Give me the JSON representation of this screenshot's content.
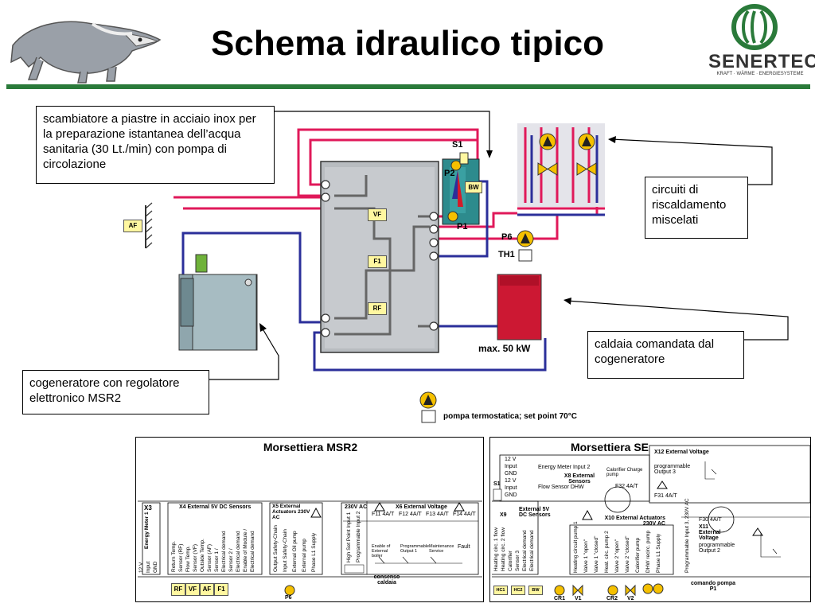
{
  "title": "Schema idraulico tipico",
  "logo_right": {
    "name": "SENERTEC",
    "tagline": "KRAFT · WÄRME · ENERGIESYSTEME"
  },
  "callouts": {
    "exchanger": "scambiatore a piastre in acciaio inox per la preparazione istantanea dell’acqua sanitaria (30 Lt./min) con pompa di circolazione",
    "heating": "circuiti di riscaldamento miscelati",
    "boiler": "caldaia comandata dal cogeneratore",
    "cogen": "cogeneratore con regolatore elettronico MSR2"
  },
  "labels": {
    "af": "AF",
    "vf": "VF",
    "f1": "F1",
    "rf": "RF",
    "bw": "BW",
    "s1": "S1",
    "p2": "P2",
    "p1": "P1",
    "p6": "P6",
    "th1": "TH1",
    "max_kw": "max. 50 kW",
    "thermo_pump": "pompa termostatica; set point 70°C"
  },
  "msr2": {
    "title": "Morsettiera MSR2",
    "x3": "X3",
    "energy_meter": "Energy Meter 1",
    "x3_pins": [
      "12 V",
      "Input",
      "GND"
    ],
    "x4": "X4 External 5V DC Sensors",
    "x4_pins": [
      "Return Temp.",
      "Sensor (RF)",
      "Flow Temp.",
      "Sensor (VF)",
      "Outside Temp.",
      "Sensor (AF)",
      "Sensor 1 /",
      "Electrical demand",
      "Sensor 2 /",
      "Electrical demand",
      "Enable of Module /",
      "Electrical demand"
    ],
    "x5": "X5 External Actuators 230V AC",
    "x5_pins": [
      "Output Safety-Chain",
      "Input Safety-Chain",
      "External Oil pump",
      "External pump",
      "Phase L1 Supply"
    ],
    "x6_head": "230V AC",
    "x6": "X6 External Voltage",
    "x6_pins": [
      "High Set Point Input 1",
      "Programmable Input 2"
    ],
    "fuses": [
      "F11 4A/T",
      "F12 4A/T",
      "F13 4A/T",
      "F14 4A/T"
    ],
    "x6_sub": [
      "Enable of External boiler",
      "Programmable Output 1",
      "Maintenance Service",
      "Fault"
    ],
    "bottom_boxes": [
      "RF",
      "VF",
      "AF",
      "F1"
    ],
    "bottom_p6": "P6",
    "consenso": "consenso caldaia"
  },
  "se": {
    "title": "Morsettiera SE",
    "em2_pins": [
      "12 V",
      "Input",
      "GND",
      "12 V",
      "Input",
      "GND"
    ],
    "em2": "Energy Meter Input 2",
    "x8": "X8 External Sensors",
    "flow_dhw": "Flow Sensor DHW",
    "calorifier": "Calorifier Charge pump",
    "f32": "F32 4A/T",
    "s1": "S1",
    "x12": "X12 External Voltage",
    "prog3": "programmable Output 3",
    "f31": "F31 4A/T",
    "x9": "X9",
    "x9_pins": [
      "Heating circ. 1 flow",
      "Heating circ. 2 flow",
      "Calorifier",
      "Sensor 3",
      "Electrical demand",
      "Electrical demand"
    ],
    "x9_title": "External 5V DC Sensors",
    "x10": "X10 External Actuators 230V AC",
    "x10_pins": [
      "Heating circuit pump 1",
      "Valve 1 \"open\"",
      "Valve 1 \"closed\"",
      "Heat. circ. pump 2",
      "Valve 2 \"open\"",
      "Valve 2 \"closed\"",
      "Calorifier pump",
      "DHW recirc. pump",
      "Phase L1 Supply"
    ],
    "f30": "F30 4A/T",
    "x11": "X11 External Voltage",
    "prog2": "programmable Output 2",
    "prog_in": "Programmable Input 3, 230V AC",
    "bottom_boxes": [
      "HC1",
      "HC2",
      "BW"
    ],
    "bottom_labels": [
      "CR1",
      "V1",
      "CR2",
      "V2"
    ],
    "comando": "comando pompa P1"
  },
  "colors": {
    "hot": "#e0195a",
    "cold": "#2b2f9a",
    "pipe_grey": "#666666",
    "rule": "#2a7a3a",
    "sensor_yellow": "#fff7a0",
    "pump_yellow": "#f5c000"
  }
}
